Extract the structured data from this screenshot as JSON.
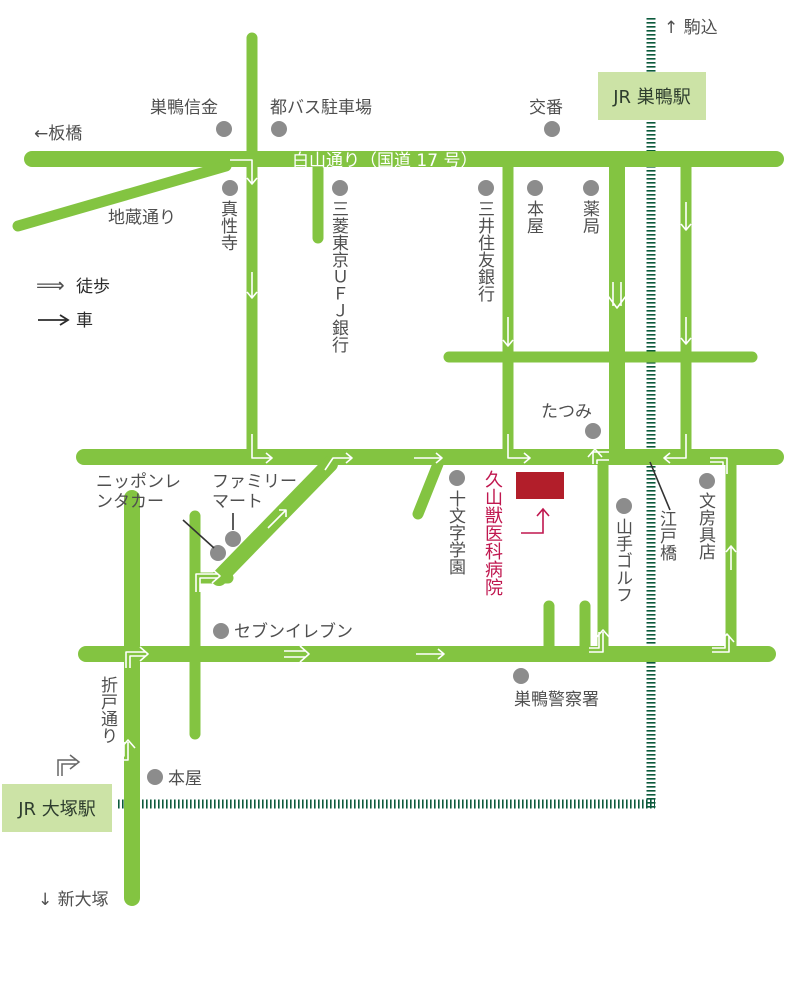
{
  "colors": {
    "road": "#83c441",
    "rail": "#0c5a3c",
    "hospital": "#c0174f",
    "hospital_marker": "#b21e2a",
    "station_box": "#cce3a6",
    "landmark_dot": "#8c8c8c",
    "label_text": "#4f4f4f"
  },
  "roads": {
    "hakusan": "白山通り（国道 17 号）",
    "jizo": "地蔵通り",
    "orito": "折戸通り"
  },
  "directions": {
    "komagome": "↑ 駒込",
    "itabashi": "←板橋",
    "shin_otsuka": "↓ 新大塚"
  },
  "stations": {
    "sugamo": "JR 巣鴨駅",
    "otsuka": "JR 大塚駅"
  },
  "landmarks": {
    "sugamo_shinkin": "巣鴨信金",
    "toei_bus": "都バス駐車場",
    "koban": "交番",
    "shinshoji": "真性寺",
    "mufg": "三菱東京ＵＦＪ銀行",
    "smbc": "三井住友銀行",
    "honya_north": "本屋",
    "yakkyoku": "薬局",
    "tatsumi": "たつみ",
    "nippon_rent": "ニッポンレンタカー",
    "familymart": "ファミリーマート",
    "jumonji": "十文字学園",
    "yamate_golf": "山手ゴルフ",
    "edobashi": "江戸橋",
    "bunboguten": "文房具店",
    "seven_eleven": "セブンイレブン",
    "police": "巣鴨警察署",
    "honya_south": "本屋"
  },
  "hospital": {
    "name": "久山獣医科病院"
  },
  "legend": {
    "walk_symbol": "⟹",
    "walk_label": "徒歩",
    "car_label": "車"
  }
}
